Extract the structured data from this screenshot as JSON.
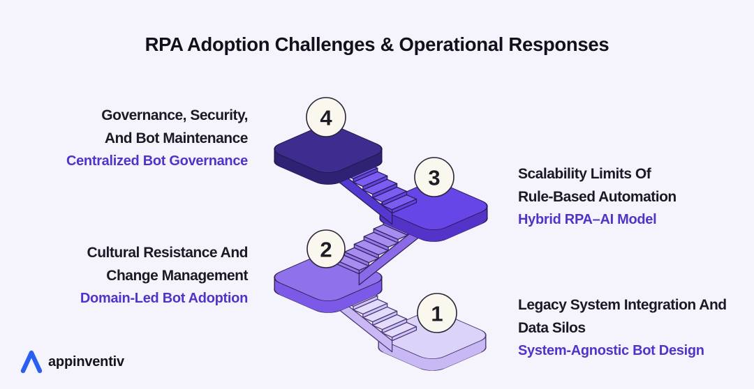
{
  "title": "RPA Adoption Challenges & Operational Responses",
  "steps": [
    {
      "number": "1",
      "challenge_lines": [
        "Legacy System Integration And",
        "Data Silos"
      ],
      "response": "System-Agnostic Bot Design",
      "side": "right"
    },
    {
      "number": "2",
      "challenge_lines": [
        "Cultural Resistance And",
        "Change Management"
      ],
      "response": "Domain-Led Bot Adoption",
      "side": "left"
    },
    {
      "number": "3",
      "challenge_lines": [
        "Scalability Limits Of",
        "Rule-Based Automation"
      ],
      "response": "Hybrid RPA–AI Model",
      "side": "right"
    },
    {
      "number": "4",
      "challenge_lines": [
        "Governance, Security,",
        "And Bot Maintenance"
      ],
      "response": "Centralized Bot Governance",
      "side": "left"
    }
  ],
  "logo": {
    "text": "appinventiv"
  },
  "colors": {
    "background": "#f5f3fc",
    "title_text": "#12101a",
    "challenge_text": "#1b1923",
    "response_text": "#5233c8",
    "logo_blue": "#2b5ff2",
    "badge_fill": "#faf7ef",
    "badge_stroke": "#2b2336",
    "platform_step1_top": "#dcd3f9",
    "platform_step2_top": "#8f71ec",
    "platform_step3_top": "#6646e6",
    "platform_step4_top": "#3e2c8f"
  }
}
